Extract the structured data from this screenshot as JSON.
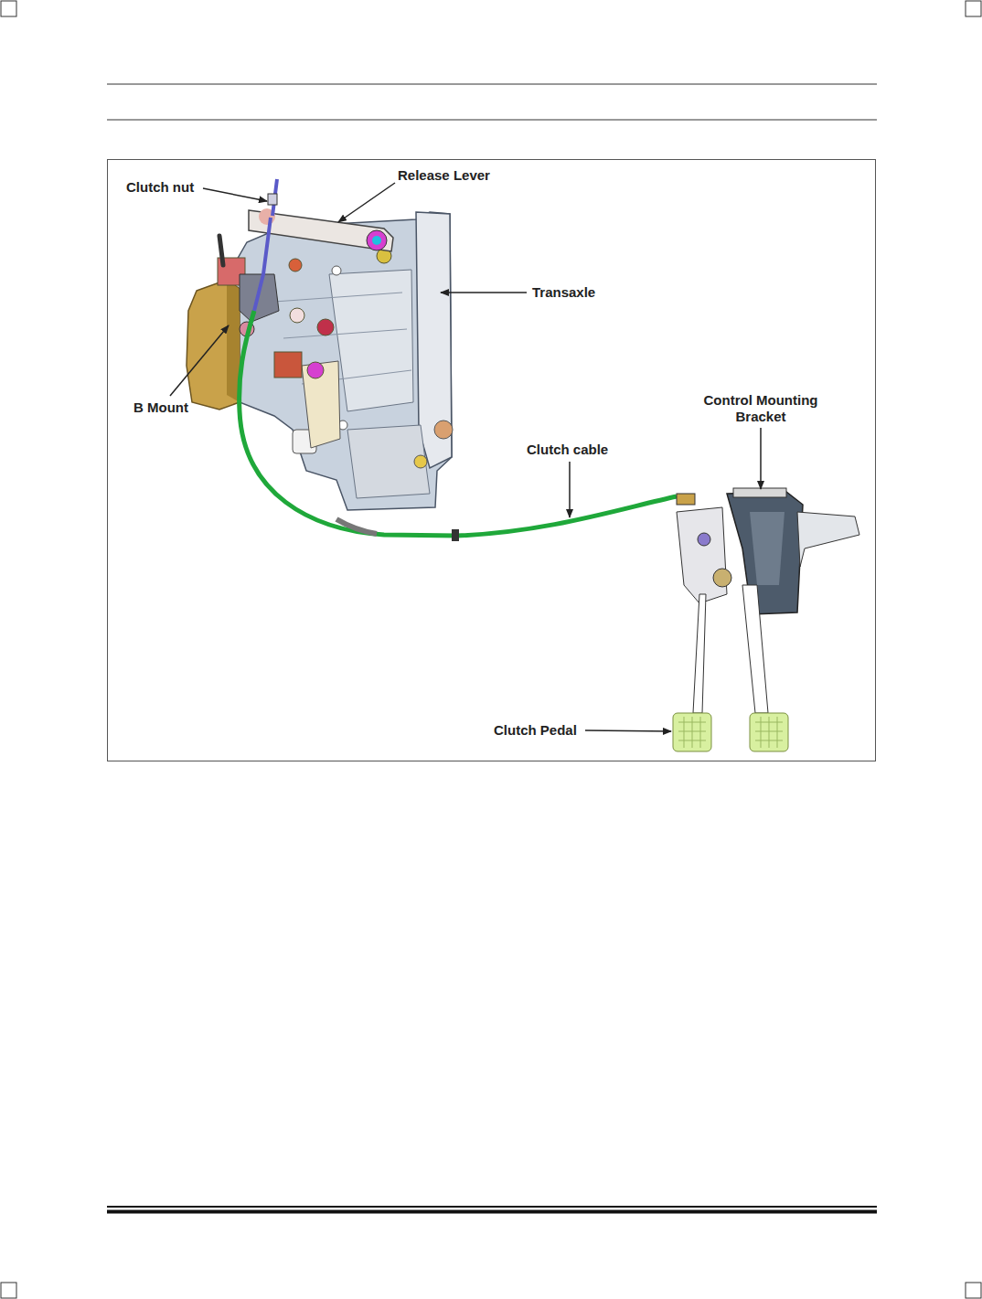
{
  "diagram": {
    "labels": [
      "Clutch nut",
      "Release Lever",
      "Transaxle",
      "B Mount",
      "Control Mounting Bracket",
      "Clutch cable",
      "Clutch Pedal"
    ]
  }
}
